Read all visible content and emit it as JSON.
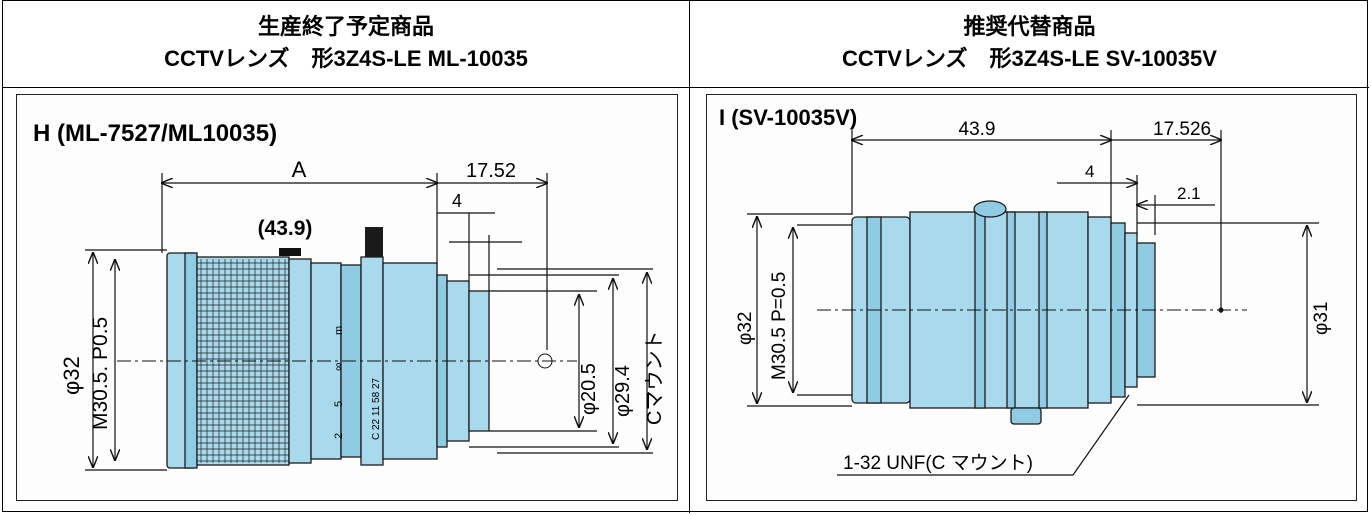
{
  "left_column": {
    "header_line1": "生産終了予定商品",
    "header_line2": "CCTVレンズ　形3Z4S-LE ML-10035",
    "drawing": {
      "title": "H (ML-7527/ML10035)",
      "dim_length": "A",
      "dim_length_value": "(43.9)",
      "dim_rear": "17.52",
      "dim_flange": "4",
      "dim_outer_dia": "φ32",
      "dim_thread": "M30.5.  P0.5",
      "dim_rear_dia1": "φ20.5",
      "dim_rear_dia2": "φ29.4",
      "dim_mount": "Cマウント",
      "ring_markings": [
        "m",
        "∞",
        "5",
        "2"
      ],
      "ring_serial": "C 22 11 58 27"
    }
  },
  "right_column": {
    "header_line1": "推奨代替商品",
    "header_line2": "CCTVレンズ　形3Z4S-LE SV-10035V",
    "drawing": {
      "title": "I (SV-10035V)",
      "dim_length": "43.9",
      "dim_rear": "17.526",
      "dim_flange": "4",
      "dim_mount_len": "2.1",
      "dim_outer_dia": "φ32",
      "dim_thread": "M30.5 P=0.5",
      "dim_rear_dia": "φ31",
      "callout": "1-32 UNF(C マウント)"
    }
  }
}
